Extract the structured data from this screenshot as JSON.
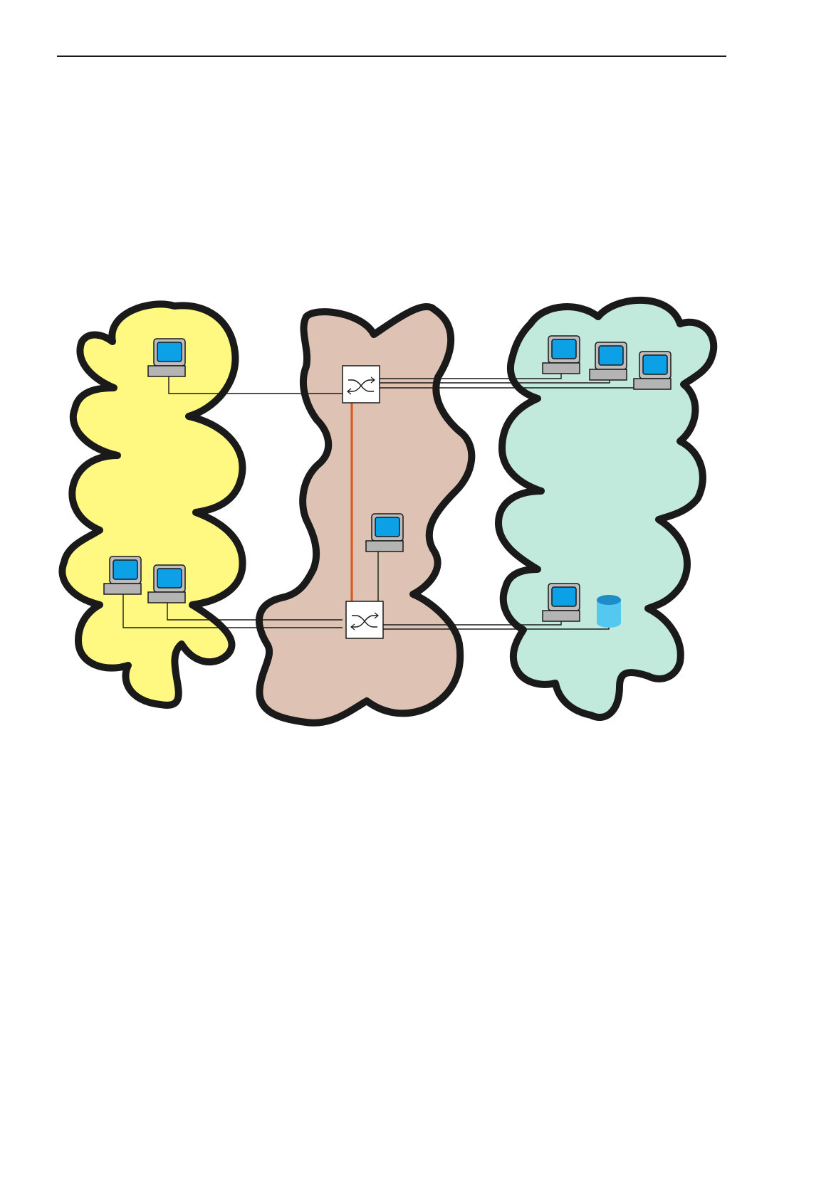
{
  "diagram": {
    "clouds": [
      {
        "id": "left-network",
        "fill": "#fff982"
      },
      {
        "id": "middle-network",
        "fill": "#dec2b3"
      },
      {
        "id": "right-network",
        "fill": "#c1eadc"
      }
    ],
    "colors": {
      "outline": "#1a1a1a",
      "screen": "#0ca0e6",
      "monitor_frame": "#bdbdbd",
      "keyboard": "#b4b4b4",
      "switch_fill": "#ffffff",
      "uplink": "#d75a1e",
      "database": "#55c8f0"
    },
    "nodes": [
      {
        "type": "computer",
        "network": "left-network"
      },
      {
        "type": "computer",
        "network": "left-network"
      },
      {
        "type": "computer",
        "network": "left-network"
      },
      {
        "type": "switch",
        "network": "middle-network"
      },
      {
        "type": "switch",
        "network": "middle-network"
      },
      {
        "type": "computer",
        "network": "middle-network"
      },
      {
        "type": "computer",
        "network": "right-network"
      },
      {
        "type": "computer",
        "network": "right-network"
      },
      {
        "type": "computer",
        "network": "right-network"
      },
      {
        "type": "computer",
        "network": "right-network"
      },
      {
        "type": "database",
        "network": "right-network"
      }
    ],
    "links": [
      {
        "from": "left-top-pc",
        "to": "switch-top"
      },
      {
        "from": "left-bottom-pc-1",
        "to": "switch-bottom"
      },
      {
        "from": "left-bottom-pc-2",
        "to": "switch-bottom"
      },
      {
        "from": "switch-top",
        "to": "switch-bottom",
        "style": "uplink"
      },
      {
        "from": "middle-pc",
        "to": "switch-bottom"
      },
      {
        "from": "switch-top",
        "to": "right-pc-1"
      },
      {
        "from": "switch-top",
        "to": "right-pc-2"
      },
      {
        "from": "switch-top",
        "to": "right-pc-3"
      },
      {
        "from": "switch-bottom",
        "to": "right-pc-4"
      },
      {
        "from": "switch-bottom",
        "to": "right-database"
      }
    ]
  }
}
